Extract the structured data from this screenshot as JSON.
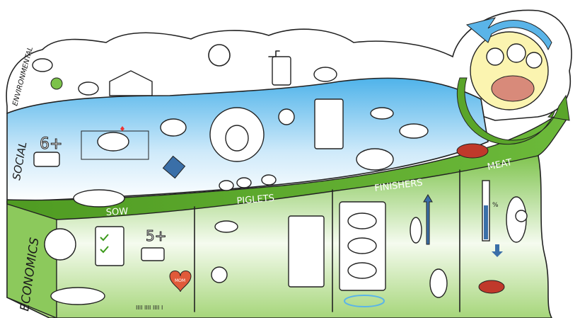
{
  "pillars": {
    "environmental": "ENVIRONMENTAL",
    "social": "SOCIAL",
    "economics": "ECONOMICS"
  },
  "stages": [
    {
      "label": "SOW"
    },
    {
      "label": "PIGLETS"
    },
    {
      "label": "FINISHERS"
    },
    {
      "label": "MEAT"
    }
  ],
  "annotations": {
    "age_social": "6+",
    "age_economics": "5+",
    "heart_tattoo": "MOM",
    "percent": "%",
    "tally": "IIII IIII IIII I"
  },
  "colors": {
    "green": "#5aa52a",
    "dark_green": "#3c7d1a",
    "sky": "#58b8ec",
    "blue_arrow": "#3a6fa8"
  }
}
